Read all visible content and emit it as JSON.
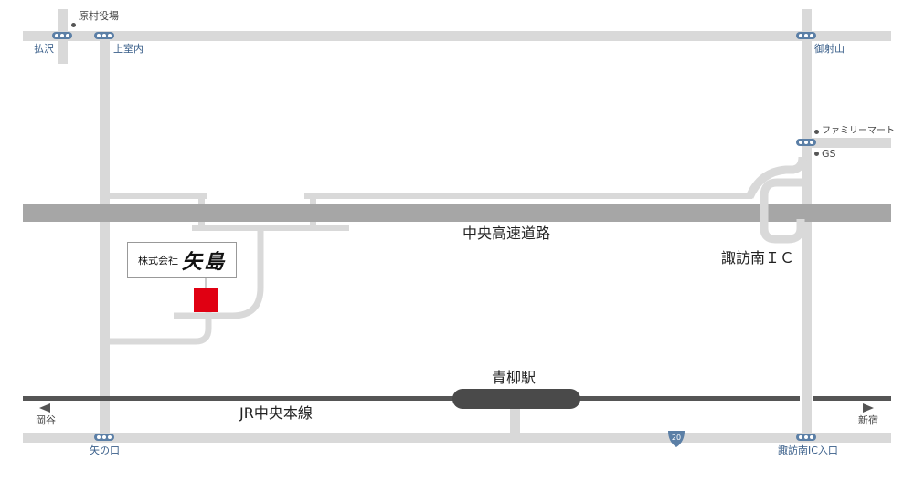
{
  "map": {
    "highway_label": "中央高速道路",
    "ic_label": "諏訪南ＩＣ",
    "station_label": "青柳駅",
    "railway_label": "JR中央本線",
    "route_number": "20",
    "company": {
      "prefix": "株式会社",
      "name": "矢島"
    },
    "places": {
      "town_office": "原村役場",
      "family_mart": "ファミリーマート",
      "gs": "GS"
    },
    "intersections": {
      "harasawa": "払沢",
      "kamimuro": "上室内",
      "misayama": "御射山",
      "yanokuchi": "矢の口",
      "suwaminami_ic_entrance": "諏訪南IC入口"
    },
    "directions": {
      "left": "岡谷",
      "right": "新宿"
    },
    "colors": {
      "road": "#d9d9d9",
      "highway": "#a6a6a6",
      "railway": "#555555",
      "station": "#4a4a4a",
      "marker": "#e00012",
      "signal": "#5b7fa6",
      "label_blue": "#3a5f8a"
    }
  }
}
